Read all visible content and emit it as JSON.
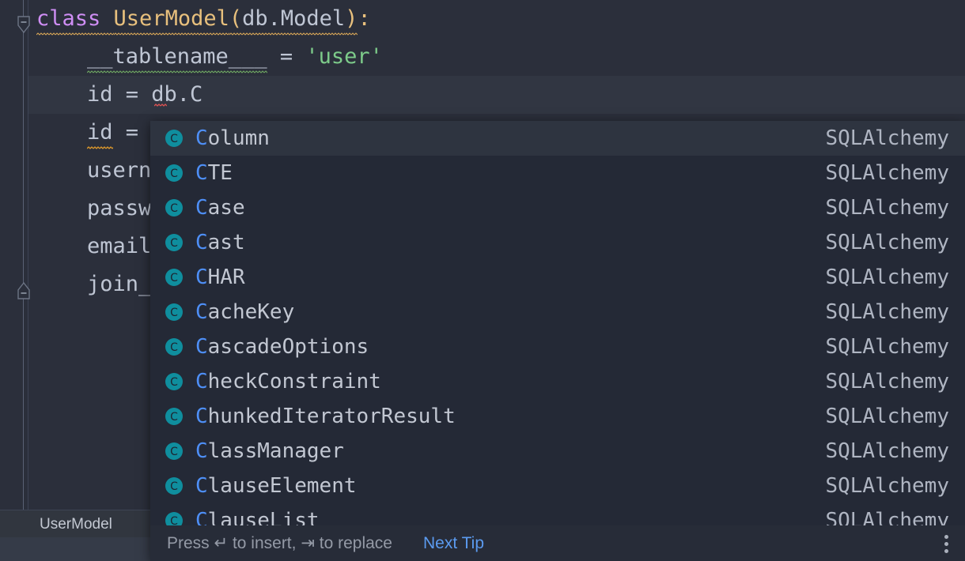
{
  "editor": {
    "background": "#2B2F3B",
    "gutter": {
      "fold_top_icon": "fold-collapse-down-icon",
      "fold_bottom_icon": "fold-collapse-up-icon"
    },
    "lines": [
      {
        "id": "line-class-def",
        "indent": 0,
        "current": false,
        "segments": [
          {
            "text": "class ",
            "kind": "keyword",
            "squiggle": "yellow"
          },
          {
            "text": "UserModel",
            "kind": "class",
            "squiggle": "yellow"
          },
          {
            "text": "(",
            "kind": "paren",
            "squiggle": "yellow"
          },
          {
            "text": "db.Model",
            "kind": "plain",
            "squiggle": "yellow"
          },
          {
            "text": ")",
            "kind": "paren",
            "squiggle": "yellow"
          },
          {
            "text": ":",
            "kind": "paren",
            "squiggle": "none"
          }
        ]
      },
      {
        "id": "line-tablename",
        "indent": 1,
        "current": false,
        "segments": [
          {
            "text": "__tablename___",
            "kind": "plain",
            "squiggle": "green"
          },
          {
            "text": " = ",
            "kind": "plain",
            "squiggle": "none"
          },
          {
            "text": "'user'",
            "kind": "string",
            "squiggle": "none"
          }
        ]
      },
      {
        "id": "line-id-typing",
        "indent": 1,
        "current": true,
        "segments": [
          {
            "text": "id = ",
            "kind": "plain",
            "squiggle": "none"
          },
          {
            "text": "db.C",
            "kind": "plain",
            "squiggle": "none"
          }
        ]
      },
      {
        "id": "line-id-second",
        "indent": 1,
        "current": false,
        "segments": [
          {
            "text": "id",
            "kind": "plain",
            "squiggle": "orange"
          },
          {
            "text": " = ",
            "kind": "plain",
            "squiggle": "none"
          }
        ]
      },
      {
        "id": "line-username",
        "indent": 1,
        "current": false,
        "segments": [
          {
            "text": "usern",
            "kind": "plain",
            "squiggle": "none"
          }
        ]
      },
      {
        "id": "line-password",
        "indent": 1,
        "current": false,
        "segments": [
          {
            "text": "passw",
            "kind": "plain",
            "squiggle": "none"
          }
        ]
      },
      {
        "id": "line-email",
        "indent": 1,
        "current": false,
        "segments": [
          {
            "text": "email",
            "kind": "plain",
            "squiggle": "none"
          }
        ]
      },
      {
        "id": "line-joined",
        "indent": 1,
        "current": false,
        "segments": [
          {
            "text": "join_",
            "kind": "plain",
            "squiggle": "none"
          }
        ]
      }
    ]
  },
  "breadcrumb": {
    "label": "UserModel"
  },
  "completion": {
    "prefix": "C",
    "selected_index": 0,
    "items": [
      {
        "label": "Column",
        "origin": "SQLAlchemy",
        "icon": "class-icon"
      },
      {
        "label": "CTE",
        "origin": "SQLAlchemy",
        "icon": "class-icon"
      },
      {
        "label": "Case",
        "origin": "SQLAlchemy",
        "icon": "class-icon"
      },
      {
        "label": "Cast",
        "origin": "SQLAlchemy",
        "icon": "class-icon"
      },
      {
        "label": "CHAR",
        "origin": "SQLAlchemy",
        "icon": "class-icon"
      },
      {
        "label": "CacheKey",
        "origin": "SQLAlchemy",
        "icon": "class-icon"
      },
      {
        "label": "CascadeOptions",
        "origin": "SQLAlchemy",
        "icon": "class-icon"
      },
      {
        "label": "CheckConstraint",
        "origin": "SQLAlchemy",
        "icon": "class-icon"
      },
      {
        "label": "ChunkedIteratorResult",
        "origin": "SQLAlchemy",
        "icon": "class-icon"
      },
      {
        "label": "ClassManager",
        "origin": "SQLAlchemy",
        "icon": "class-icon"
      },
      {
        "label": "ClauseElement",
        "origin": "SQLAlchemy",
        "icon": "class-icon"
      },
      {
        "label": "ClauseList",
        "origin": "SQLAlchemy",
        "icon": "class-icon"
      }
    ],
    "footer": {
      "hint": "Press ↵ to insert, ⇥ to replace",
      "link": "Next Tip",
      "menu_icon": "more-vertical-icon"
    }
  },
  "colors": {
    "editor_bg": "#2B2F3B",
    "popup_bg": "#242936",
    "popup_selected_bg": "#2E3440",
    "popup_footer_bg": "#272C38",
    "keyword": "#CF8EF4",
    "class_name": "#E8C07D",
    "string": "#7DCB8A",
    "prefix_match": "#4E8FF7",
    "icon_teal": "#0F8E9E",
    "link": "#5B9BF0"
  }
}
